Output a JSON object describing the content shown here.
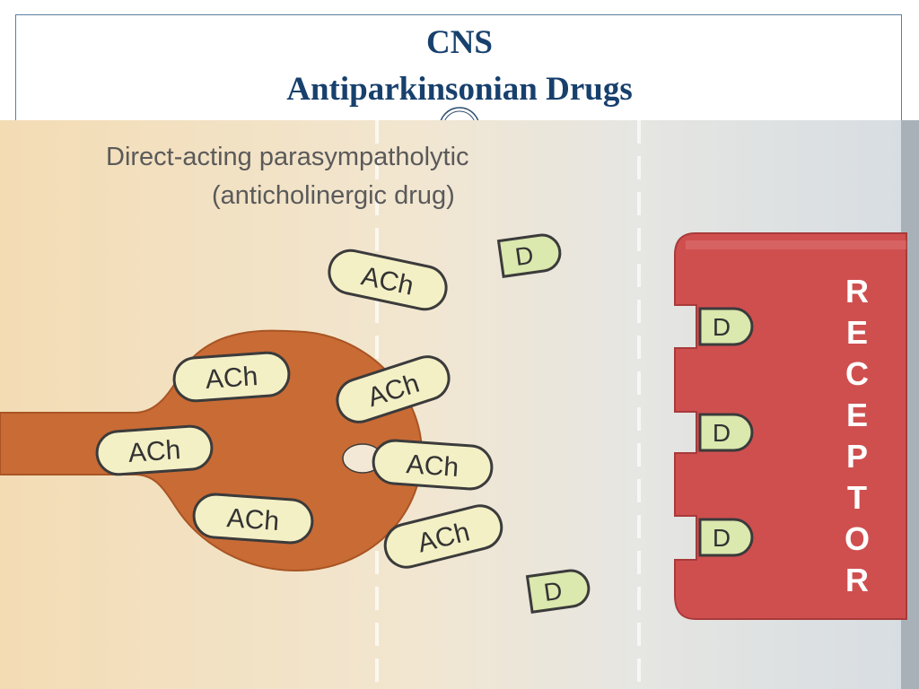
{
  "slide": {
    "title_line1": "CNS",
    "title_line2": "Antiparkinsonian Drugs"
  },
  "diagram": {
    "caption_line1": "Direct-acting parasympatholytic",
    "caption_line2": "(anticholinergic drug)",
    "ach_label": "ACh",
    "drug_label": "D",
    "receptor_letters": [
      "R",
      "E",
      "C",
      "E",
      "P",
      "T",
      "O",
      "R"
    ]
  },
  "colors": {
    "title": "#17406d",
    "neuron": "#c96b35",
    "receptor": "#cf4f4f",
    "ach_fill": "#f4f0c6",
    "drug_fill": "#dbe8ae",
    "outline": "#3b3b3b"
  }
}
